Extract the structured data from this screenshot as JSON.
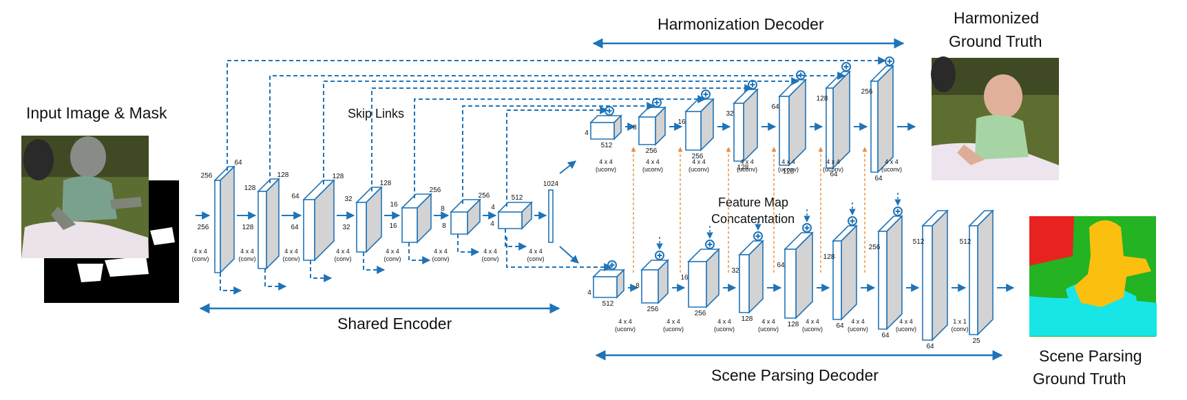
{
  "titles": {
    "input": "Input Image & Mask",
    "harmonized": [
      "Harmonized",
      "Ground Truth"
    ],
    "harmonization_decoder": "Harmonization Decoder",
    "shared_encoder": "Shared Encoder",
    "scene_parsing_decoder": "Scene Parsing Decoder",
    "scene_parsing_gt": [
      "Scene Parsing",
      "Ground Truth"
    ],
    "skip_links": "Skip Links",
    "feature_concat": [
      "Feature Map",
      "Concatentation"
    ]
  },
  "colors": {
    "accent": "#1f73b7",
    "concat_arrow": "#e8903a",
    "block_face": "#d3d3d3",
    "segmentation": [
      "#e8231f",
      "#23b323",
      "#fbbf10",
      "#18e6e6"
    ]
  },
  "encoder": {
    "sizes": [
      "256",
      "128",
      "64",
      "32",
      "16",
      "8",
      "4"
    ],
    "channels": [
      "64",
      "128",
      "128",
      "128",
      "256",
      "256",
      "512"
    ],
    "input_size": "256",
    "bottleneck_channels": "1024",
    "op": [
      "4 x 4",
      "(conv)"
    ]
  },
  "harm_decoder": {
    "sizes": [
      "4",
      "8",
      "16",
      "32",
      "64",
      "128",
      "256"
    ],
    "channels": [
      "512",
      "256",
      "256",
      "128",
      "128",
      "64",
      "64"
    ],
    "op": [
      "4 x 4",
      "(uconv)"
    ]
  },
  "parse_decoder": {
    "sizes": [
      "4",
      "8",
      "16",
      "32",
      "64",
      "128",
      "256",
      "512",
      "512"
    ],
    "channels": [
      "512",
      "256",
      "256",
      "128",
      "128",
      "64",
      "64",
      "64",
      "25"
    ],
    "op": [
      "4 x 4",
      "(uconv)"
    ],
    "final_op": [
      "1 x 1",
      "(conv)"
    ]
  }
}
